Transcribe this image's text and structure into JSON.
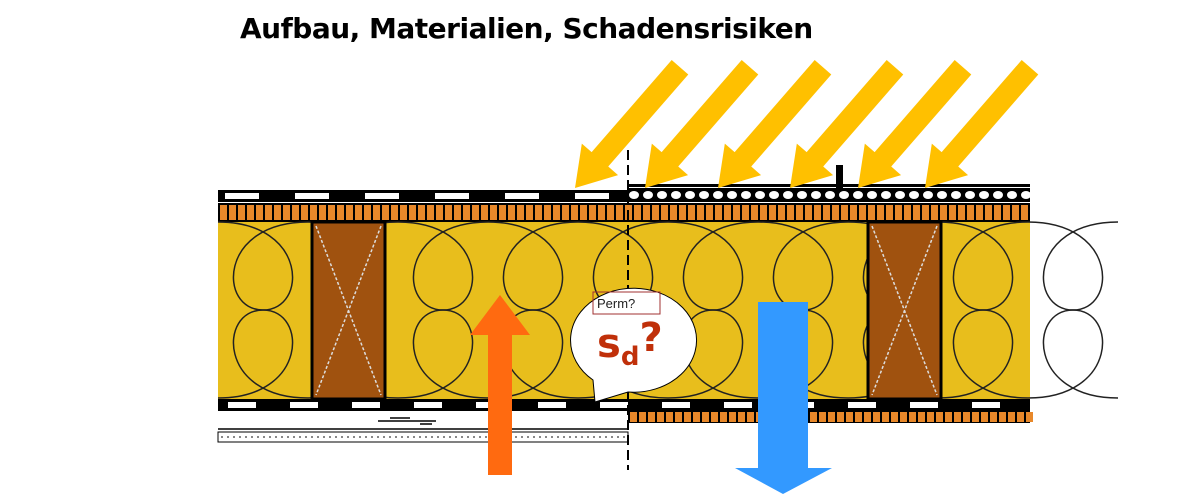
{
  "title": "Aufbau, Materialien, Schadensrisiken",
  "bubble": {
    "label": "Perm?",
    "symbol": "s",
    "subscript": "d",
    "question": "?"
  },
  "colors": {
    "insulation": "#E8BE1C",
    "stud": "#A0520F",
    "brick": "#E8882A",
    "sun_arrow": "#FFC000",
    "warm_arrow": "#FF6A10",
    "cold_arrow": "#3399FF",
    "bubble_text": "#C0300A"
  }
}
